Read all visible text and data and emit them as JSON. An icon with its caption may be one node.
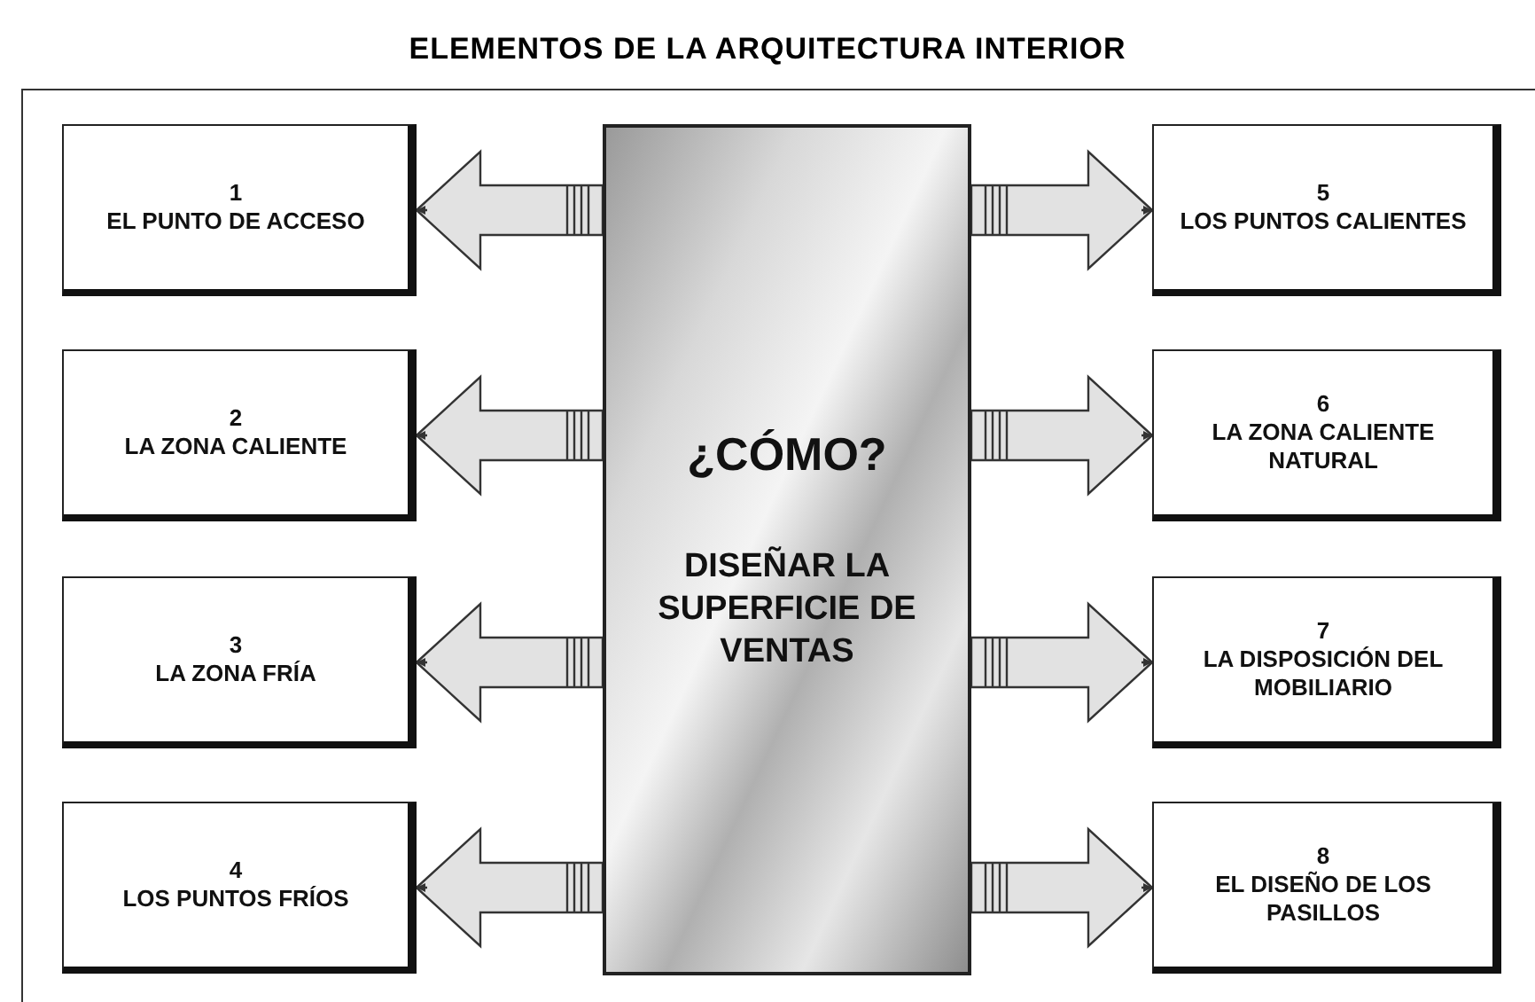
{
  "diagram": {
    "title": "ELEMENTOS DE LA ARQUITECTURA INTERIOR",
    "nodes": [
      {
        "text": [
          "¿CÓMO?",
          "DISEÑAR LA SUPERFICIE DE VENTAS"
        ]
      },
      {
        "text": [
          "1",
          "EL PUNTO DE ACCESO"
        ]
      },
      {
        "text": [
          "2",
          "LA ZONA CALIENTE"
        ]
      },
      {
        "text": [
          "3",
          "LA ZONA FRÍA"
        ]
      },
      {
        "text": [
          "4",
          "LOS PUNTOS FRÍOS"
        ]
      },
      {
        "text": [
          "5",
          "LOS PUNTOS CALIENTES"
        ]
      },
      {
        "text": [
          "6",
          "LA ZONA CALIENTE NATURAL"
        ]
      },
      {
        "text": [
          "7",
          "LA DISPOSICIÓN DEL MOBILIARIO"
        ]
      },
      {
        "text": [
          "8",
          "EL DISEÑO DE LOS PASILLOS"
        ]
      }
    ],
    "edges": [
      {
        "from": 0,
        "to": 1,
        "arrow": "to"
      },
      {
        "from": 0,
        "to": 2,
        "arrow": "to"
      },
      {
        "from": 0,
        "to": 3,
        "arrow": "to"
      },
      {
        "from": 0,
        "to": 4,
        "arrow": "to"
      },
      {
        "from": 0,
        "to": 5,
        "arrow": "to"
      },
      {
        "from": 0,
        "to": 6,
        "arrow": "to"
      },
      {
        "from": 0,
        "to": 7,
        "arrow": "to"
      },
      {
        "from": 0,
        "to": 8,
        "arrow": "to"
      }
    ]
  }
}
